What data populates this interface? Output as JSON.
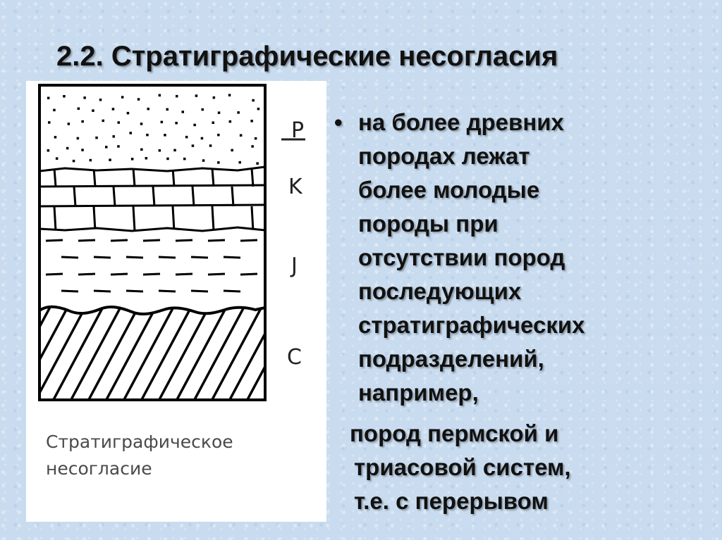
{
  "title": "2.2. Стратиграфические несогласия",
  "diagram": {
    "labels": [
      "P",
      "K",
      "J",
      "C"
    ],
    "caption_lines": [
      "Стратиграфическое",
      "несогласие"
    ]
  },
  "bullet": {
    "symbol": "•",
    "lines": [
      "на более древних",
      "породах лежат",
      "более молодые",
      "породы при",
      "отсутствии пород",
      "последующих",
      "стратиграфических",
      "подразделений,",
      "например,"
    ]
  },
  "continuation": {
    "lines": [
      "пород пермской и",
      "триасовой систем,",
      "т.е. с перерывом"
    ]
  }
}
